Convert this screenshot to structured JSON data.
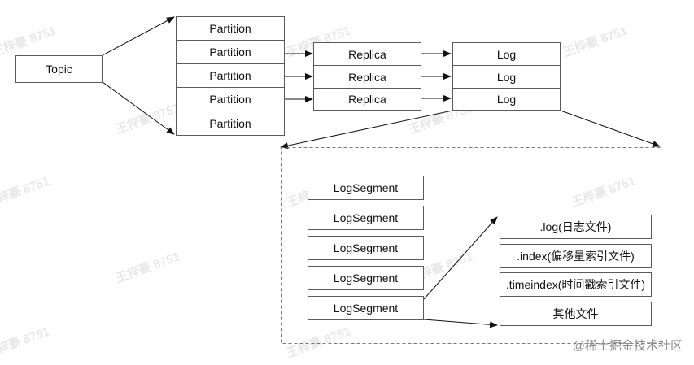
{
  "diagram": {
    "topic": "Topic",
    "partitions": [
      "Partition",
      "Partition",
      "Partition",
      "Partition",
      "Partition"
    ],
    "replicas": [
      "Replica",
      "Replica",
      "Replica"
    ],
    "logs": [
      "Log",
      "Log",
      "Log"
    ],
    "segments": [
      "LogSegment",
      "LogSegment",
      "LogSegment",
      "LogSegment",
      "LogSegment"
    ],
    "files": [
      ".log(日志文件)",
      ".index(偏移量索引文件)",
      ".timeindex(时间戳索引文件)",
      "其他文件"
    ]
  },
  "watermark": {
    "text": "王梓豪 8751",
    "site": "@稀土掘金技术社区"
  }
}
